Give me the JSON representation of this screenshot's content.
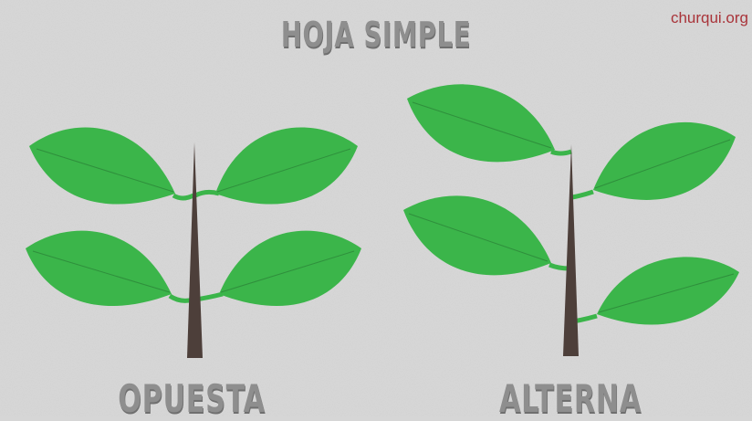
{
  "title": "HOJA SIMPLE",
  "site": "churqui.org",
  "diagrams": {
    "left_label": "OPUESTA",
    "right_label": "ALTERNA"
  },
  "colors": {
    "background": "#d6d6d6",
    "leaf": "#3bb54a",
    "leaf_vein": "#2f8f3c",
    "stem": "#4d3f3a",
    "text": "#8e8e8e",
    "site_text": "#a9343a"
  }
}
